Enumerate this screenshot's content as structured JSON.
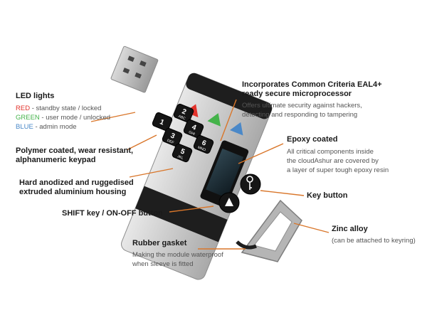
{
  "callouts": {
    "led": {
      "title": "LED lights",
      "red_word": "RED",
      "red_text": " - standby state / locked",
      "green_word": "GREEN",
      "green_text": " - user mode / unlocked",
      "blue_word": "BLUE",
      "blue_text": " - admin mode"
    },
    "processor": {
      "title_line1": "Incorporates Common Criteria EAL4+",
      "title_line2": "ready secure microprocessor",
      "desc_line1": "Offers ultimate security against hackers,",
      "desc_line2": "detecting and responding to tampering"
    },
    "epoxy": {
      "title": "Epoxy coated",
      "desc_line1": "All critical components inside",
      "desc_line2": "the cloudAshur are covered by",
      "desc_line3": "a layer of super tough epoxy resin"
    },
    "keypad": {
      "title_line1": "Polymer coated, wear resistant,",
      "title_line2": "alphanumeric keypad"
    },
    "housing": {
      "title_line1": "Hard anodized and ruggedised",
      "title_line2": "extruded aluminium housing"
    },
    "key_button": {
      "title": "Key button"
    },
    "shift": {
      "title": "SHIFT key / ON-OFF button"
    },
    "zinc": {
      "title": "Zinc alloy",
      "desc": "(can be attached to keyring)"
    },
    "gasket": {
      "title": "Rubber gasket",
      "desc_line1": "Making the module waterproof",
      "desc_line2": "when sleeve is fitted"
    }
  },
  "keys": [
    {
      "num": "1",
      "sub": ""
    },
    {
      "num": "2",
      "sub": "ABC"
    },
    {
      "num": "3",
      "sub": "DEF"
    },
    {
      "num": "4",
      "sub": "GHI"
    },
    {
      "num": "5",
      "sub": "JKL"
    },
    {
      "num": "6",
      "sub": "MNO"
    }
  ],
  "colors": {
    "accent_line": "#d9762a",
    "led_red": "#e2322b",
    "led_green": "#44b34a",
    "led_blue": "#4a88c8"
  }
}
